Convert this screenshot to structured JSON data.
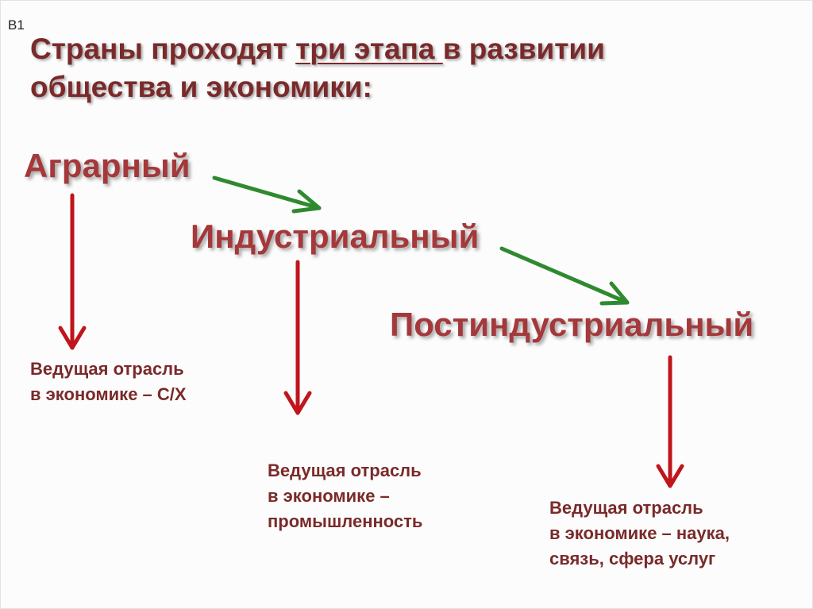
{
  "slide": {
    "tag": "В1",
    "title": {
      "part1": "Страны проходят ",
      "underlined": "три этапа ",
      "part2": "в развитии общества и экономики:"
    },
    "stages": [
      {
        "name": "Аграрный",
        "note_line1": "Ведущая отрасль",
        "note_line2": "в экономике – С/Х",
        "note_line3": ""
      },
      {
        "name": "Индустриальный",
        "note_line1": "Ведущая отрасль",
        "note_line2": "в экономике –",
        "note_line3": "промышленность"
      },
      {
        "name": "Постиндустриальный",
        "note_line1": "Ведущая отрасль",
        "note_line2": "в экономике – наука,",
        "note_line3": "связь, сфера услуг"
      }
    ]
  },
  "colors": {
    "title": "#7a2a2a",
    "stage": "#a4383a",
    "down_arrow": "#c0151c",
    "transition_arrow": "#2f8a2f"
  }
}
